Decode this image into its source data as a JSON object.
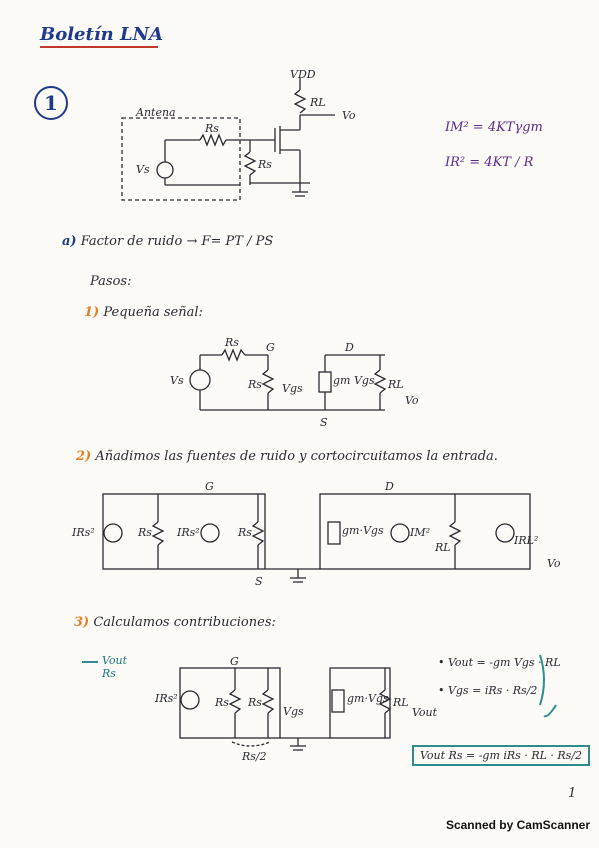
{
  "title": "Boletín LNA",
  "problem_number": "1",
  "circuit1": {
    "vdd": "VDD",
    "rl": "RL",
    "vo": "Vo",
    "antena": "Antena",
    "rs_top": "Rs",
    "vs": "Vs",
    "rs_bias": "Rs"
  },
  "noise_sources": {
    "drain_noise": "IM² = 4KTγgm",
    "resistor_noise": "IR² = 4KT / R"
  },
  "part_a": {
    "label": "a)",
    "text": "Factor de ruido → F= PT / PS",
    "steps_label": "Pasos:"
  },
  "step1": {
    "number": "1)",
    "text": "Pequeña señal:",
    "rs": "Rs",
    "g": "G",
    "d": "D",
    "vs": "Vs",
    "rs2": "Rs",
    "vgs": "Vgs",
    "gm": "gm Vgs",
    "rl": "RL",
    "vo": "Vo",
    "s": "S"
  },
  "step2": {
    "number": "2)",
    "text": "Añadimos las fuentes de ruido y cortocircuitamos la entrada.",
    "g": "G",
    "d": "D",
    "s": "S",
    "irs": "IRs²",
    "rs": "Rs",
    "irs2": "IRs²",
    "rs2": "Rs",
    "gm": "gm·Vgs",
    "im": "IM²",
    "rl": "RL",
    "irl": "IRL²",
    "vo": "Vo"
  },
  "step3": {
    "number": "3)",
    "text": "Calculamos contribuciones:",
    "vout_rs": "Vout Rs",
    "g": "G",
    "irs": "IRs²",
    "rs": "Rs",
    "rs2": "Rs",
    "vgs": "Vgs",
    "gm": "gm·Vgs",
    "rl": "RL",
    "vout": "Vout",
    "rs_half": "Rs/2",
    "eq1": "• Vout = -gm Vgs · RL",
    "eq2": "• Vgs = iRs · Rs/2",
    "result": "Vout Rs = -gm iRs · RL · Rs/2"
  },
  "page_number": "1",
  "footer": "Scanned by CamScanner"
}
